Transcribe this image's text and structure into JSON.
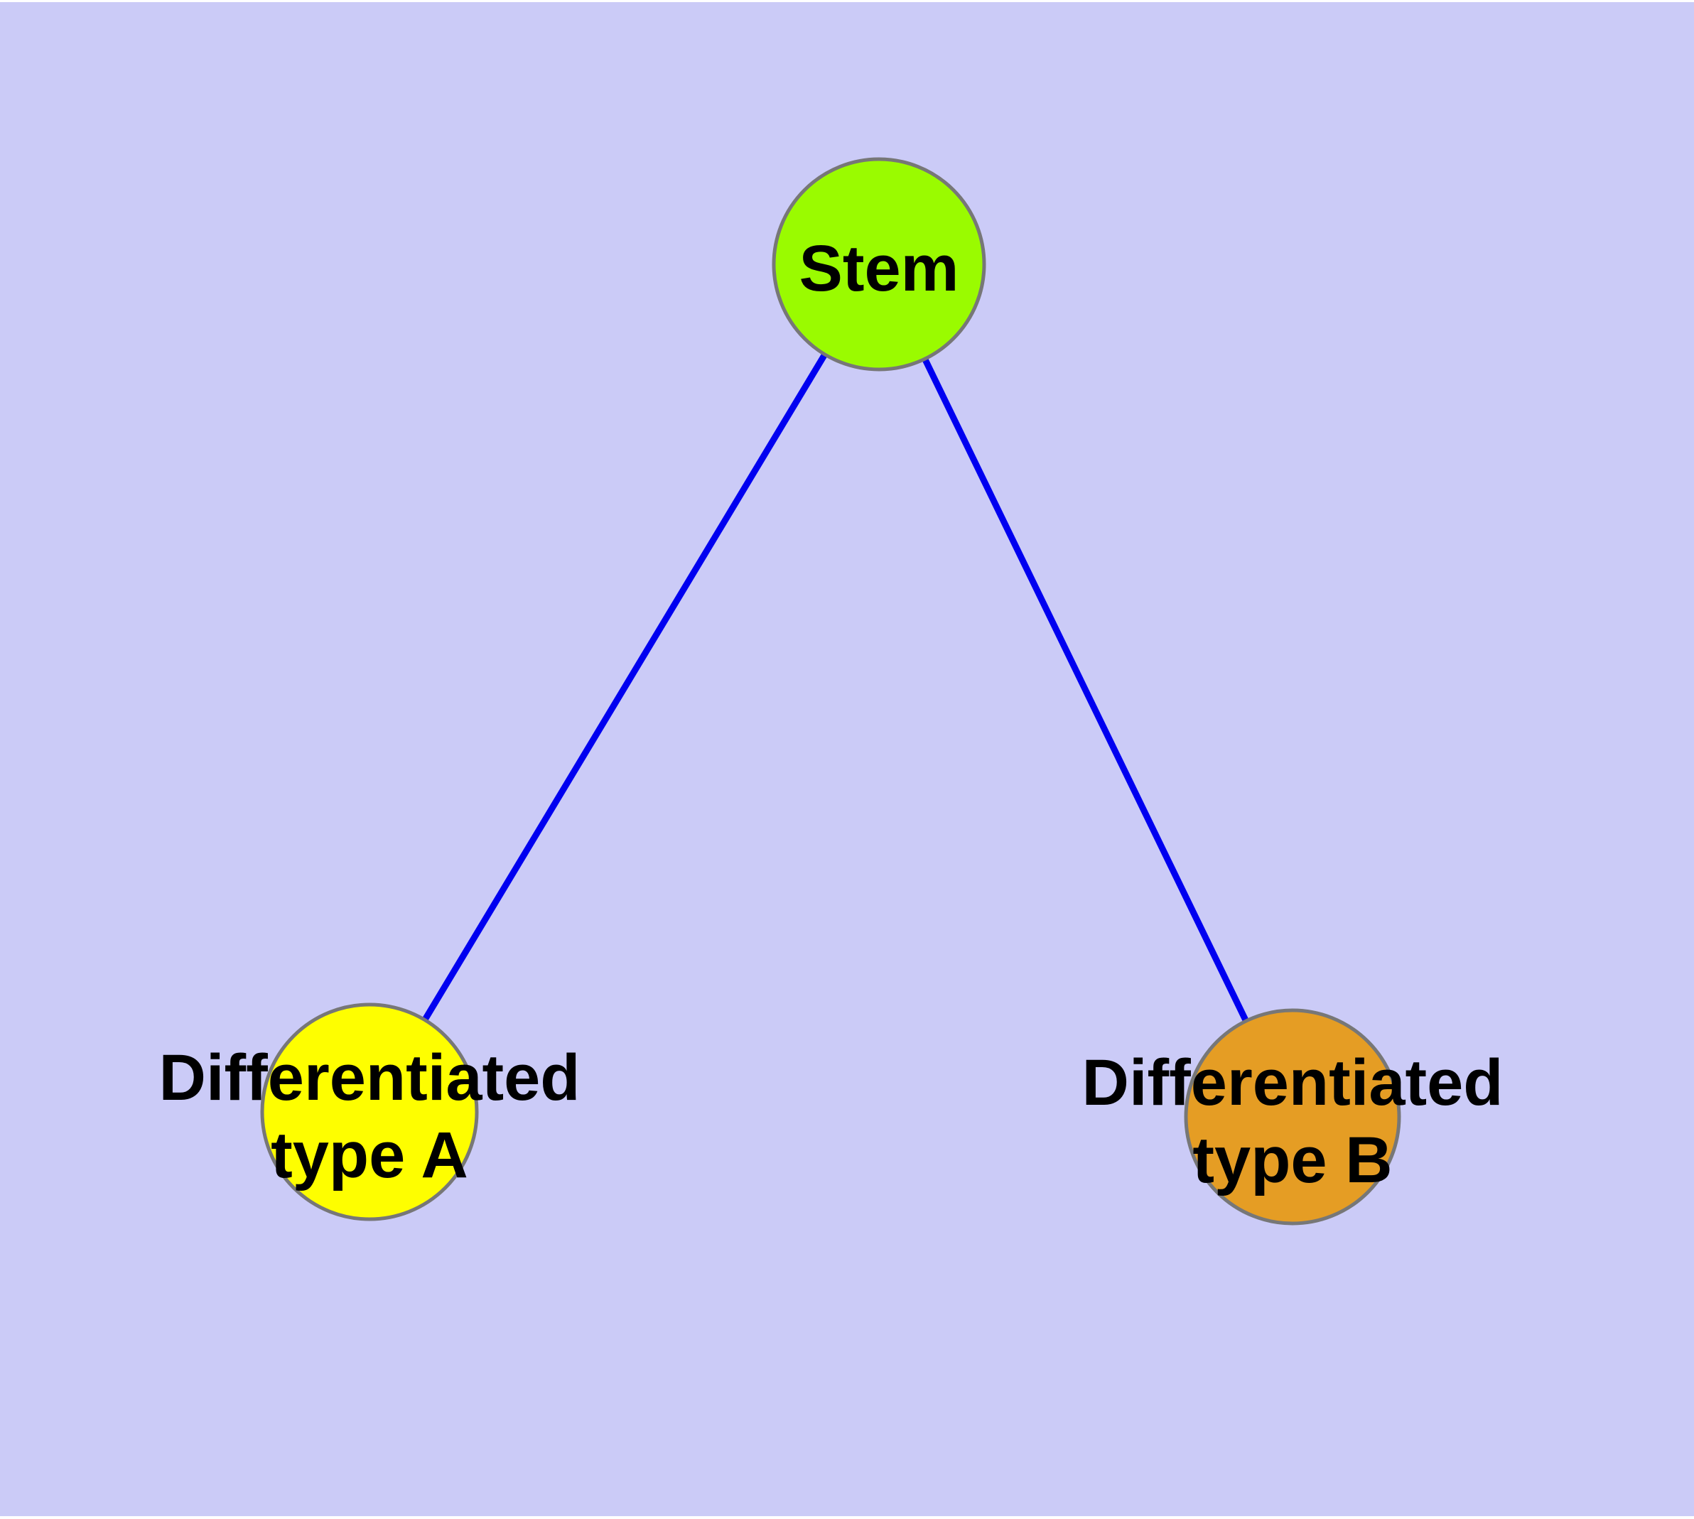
{
  "diagram": {
    "background_color": "#cbcbf7",
    "canvas_margin_color": "#ffffff",
    "edge_color": "#0000f0",
    "node_border_color": "#777777",
    "text_color": "#000000",
    "nodes": {
      "stem": {
        "label": "Stem",
        "fill": "#9afb00"
      },
      "type_a": {
        "label": "Differentiated type A",
        "label_line1": "Differentiated",
        "label_line2": "type A",
        "fill": "#fefe00"
      },
      "type_b": {
        "label": "Differentiated type B",
        "label_line1": "Differentiated",
        "label_line2": "type B",
        "fill": "#e59d24"
      }
    },
    "edges": [
      {
        "from": "Stem",
        "to": "Differentiated type A"
      },
      {
        "from": "Stem",
        "to": "Differentiated type B"
      }
    ]
  }
}
